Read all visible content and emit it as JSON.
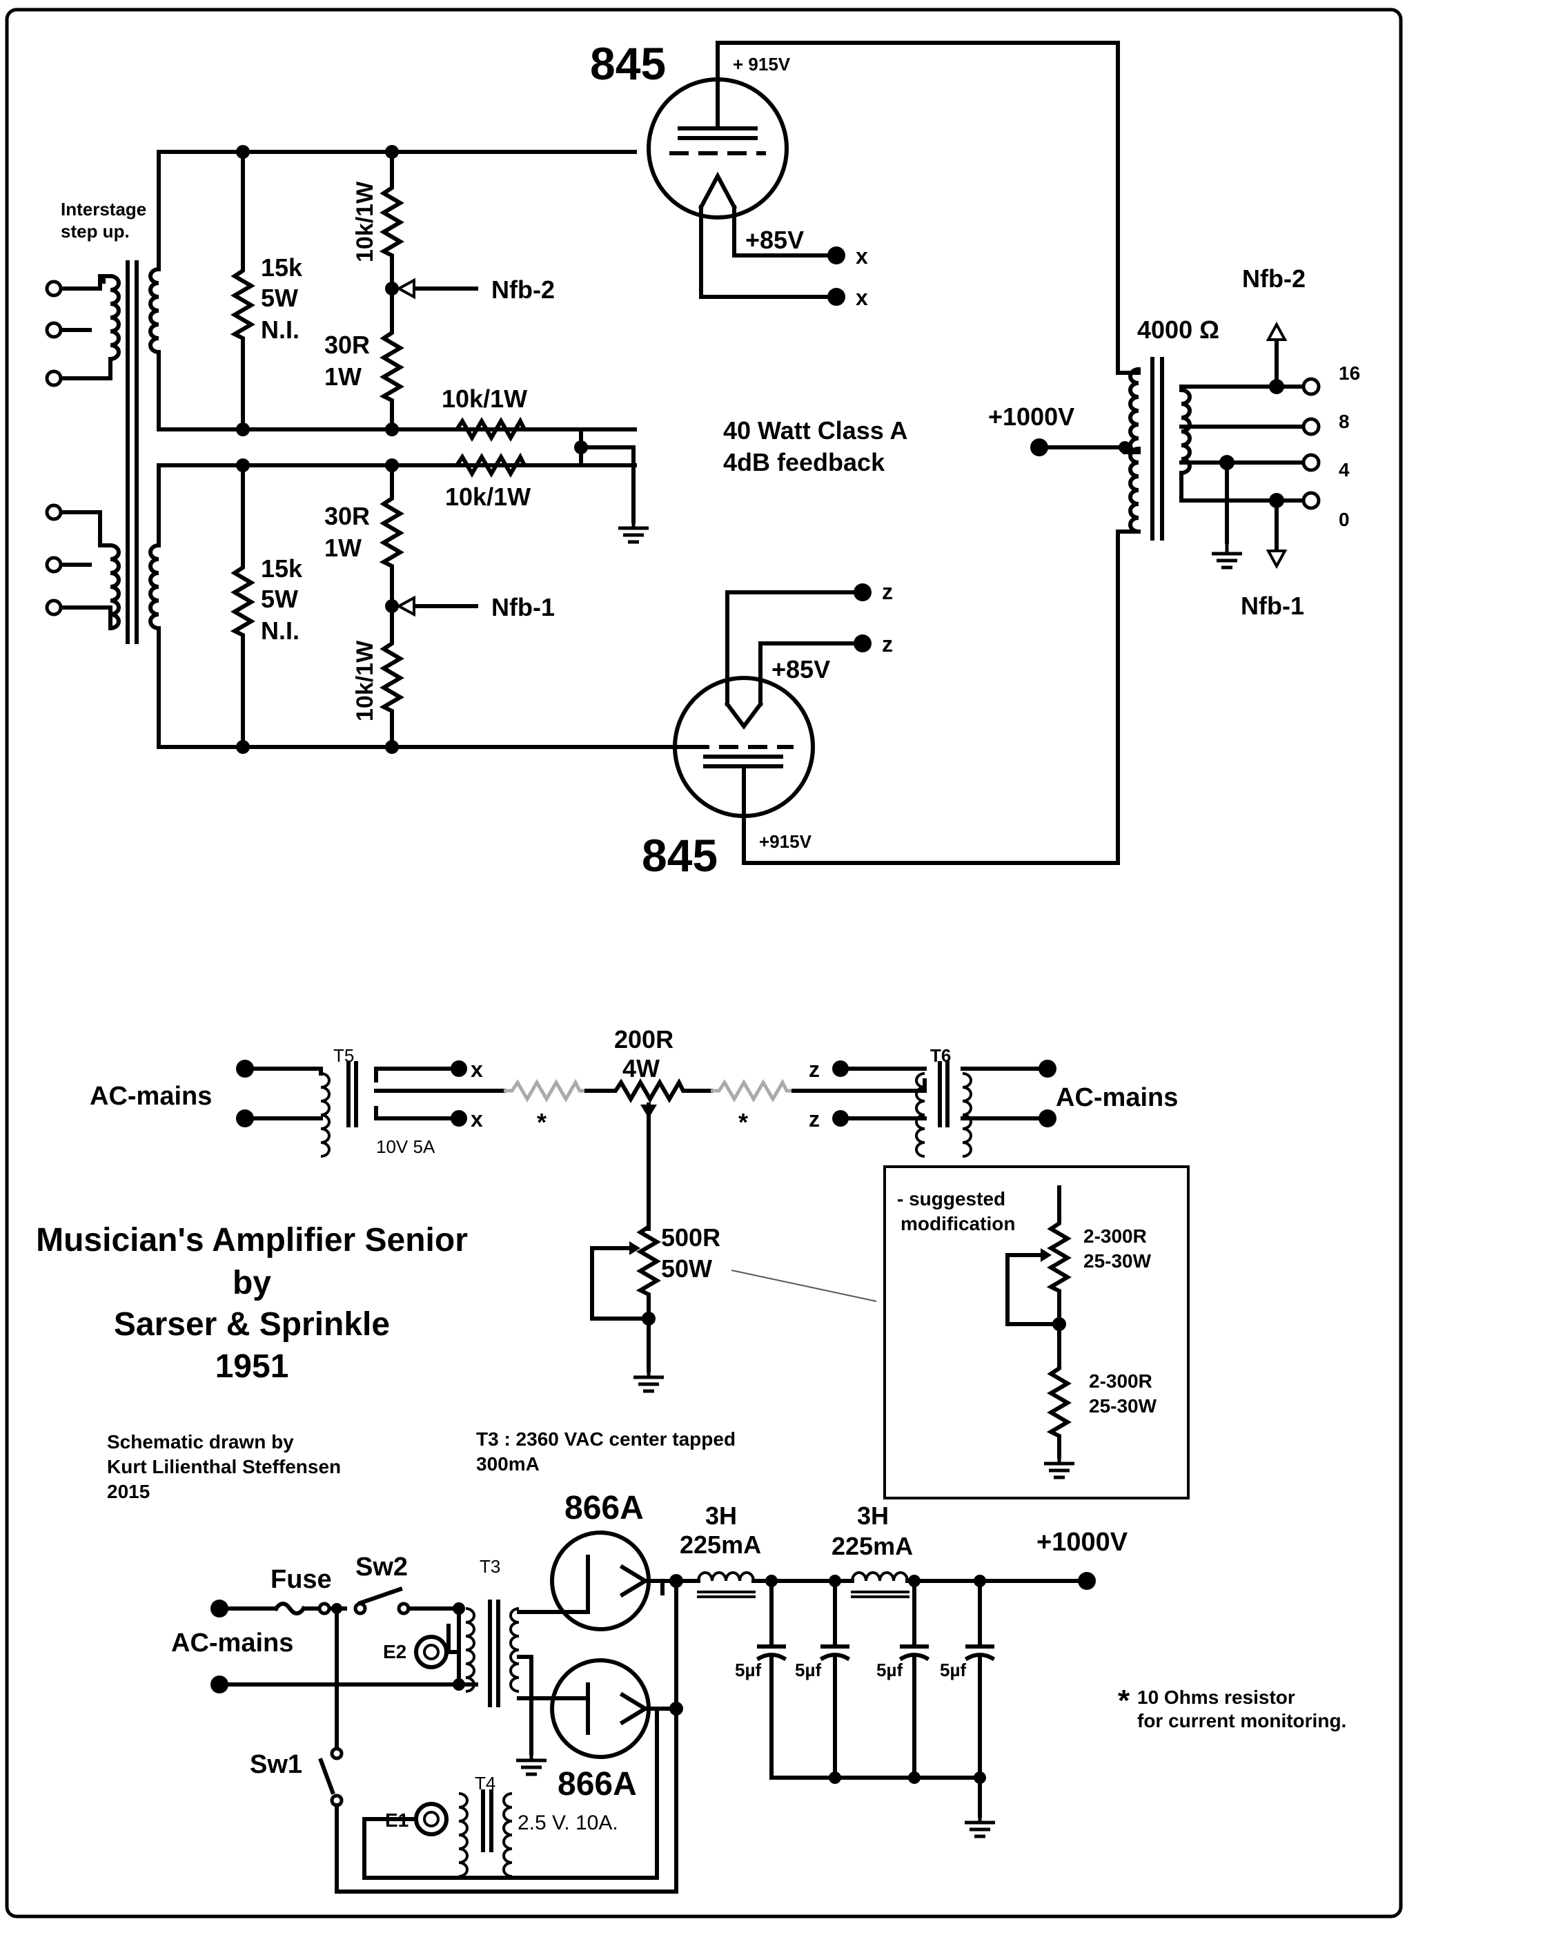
{
  "title": {
    "line1": "Musician's Amplifier Senior",
    "line2": "by",
    "line3": "Sarser & Sprinkle",
    "line4": "1951"
  },
  "credit": {
    "line1": "Schematic drawn by",
    "line2": "Kurt Lilienthal Steffensen",
    "line3": "2015"
  },
  "amp": {
    "tube_top": "845",
    "tube_bottom": "845",
    "b_plus_top": "+ 915V",
    "b_plus_bottom": "+915V",
    "fil_top": "+85V",
    "fil_bottom": "+85V",
    "term_x": "x",
    "term_z": "z",
    "interstage_1": "Interstage",
    "interstage_2": "step up.",
    "r_15k_a": "15k",
    "r_15k_b": "5W",
    "r_15k_c": "N.I.",
    "r_10k": "10k/1W",
    "r_30r_a": "30R",
    "r_30r_b": "1W",
    "nfb2": "Nfb-2",
    "nfb1": "Nfb-1",
    "class_1": "40 Watt Class A",
    "class_2": "4dB feedback",
    "hv": "+1000V",
    "ohms": "4000 Ω",
    "taps": [
      "16",
      "8",
      "4",
      "0"
    ]
  },
  "filament": {
    "ac_mains": "AC-mains",
    "t5": "T5",
    "t6": "T6",
    "t5_rating": "10V  5A",
    "r200_a": "200R",
    "r200_b": "4W",
    "r500_a": "500R",
    "r500_b": "50W",
    "star": "*"
  },
  "mod": {
    "line1": "- suggested",
    "line2": "modification",
    "r1_a": "2-300R",
    "r1_b": "25-30W",
    "r2_a": "2-300R",
    "r2_b": "25-30W"
  },
  "psu": {
    "t3_note_1": "T3 : 2360 VAC center tapped",
    "t3_note_2": "300mA",
    "rect": "866A",
    "choke_a": "3H",
    "choke_b": "225mA",
    "hv": "+1000V",
    "fuse": "Fuse",
    "sw2": "Sw2",
    "sw1": "Sw1",
    "ac_mains": "AC-mains",
    "t3": "T3",
    "t4": "T4",
    "e1": "E1",
    "e2": "E2",
    "t4_rating": "2.5 V. 10A.",
    "cap": "5µf",
    "note_star": "*",
    "note_1": "10 Ohms resistor",
    "note_2": "for current monitoring."
  }
}
